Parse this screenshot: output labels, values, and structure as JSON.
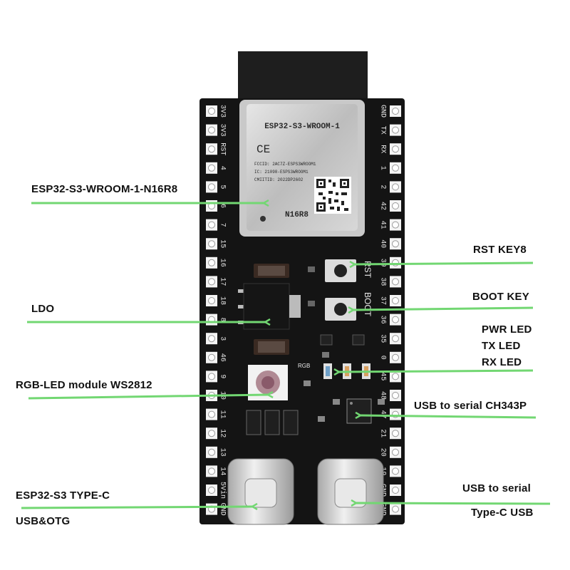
{
  "module": {
    "title": "ESP32-S3-WROOM-1",
    "fcc": "FCCID: 2AC7Z-ESPS3WROOM1",
    "ic": "IC: 21098-ESPS3WROOM1",
    "cmiit": "CMIITID: 2022DP2602",
    "variant": "N16R8",
    "ce": "CE"
  },
  "board": {
    "left_pins": [
      "3V3",
      "3V3",
      "RST",
      "4",
      "5",
      "6",
      "7",
      "15",
      "16",
      "17",
      "18",
      "8",
      "3",
      "46",
      "9",
      "10",
      "11",
      "12",
      "13",
      "14",
      "5Vin",
      "GND"
    ],
    "right_pins": [
      "GND",
      "TX",
      "RX",
      "1",
      "2",
      "42",
      "41",
      "40",
      "39",
      "38",
      "37",
      "36",
      "35",
      "0",
      "45",
      "48",
      "47",
      "21",
      "20",
      "19",
      "GND",
      "GND"
    ],
    "rst_silk": "RST",
    "boot_silk": "BOOT",
    "rgb_silk": "RGB"
  },
  "callouts": {
    "module": "ESP32-S3-WROOM-1-N16R8",
    "ldo": "LDO",
    "rgb": "RGB-LED module WS2812",
    "typec_line1": "ESP32-S3 TYPE-C",
    "typec_line2": "USB&OTG",
    "rst": "RST KEY8",
    "boot": "BOOT KEY",
    "pwr_led": "PWR LED",
    "tx_led": "TX LED",
    "rx_led": "RX LED",
    "ch343": "USB to serial CH343P",
    "serial_line1": "USB to serial",
    "serial_line2": "Type-C USB"
  },
  "colors": {
    "pcb": "#141414",
    "arrow": "#72d772",
    "module_shield": "#c9c9c9",
    "antenna": "#1e1e1e",
    "usb_metal": "#d0d0d0"
  }
}
